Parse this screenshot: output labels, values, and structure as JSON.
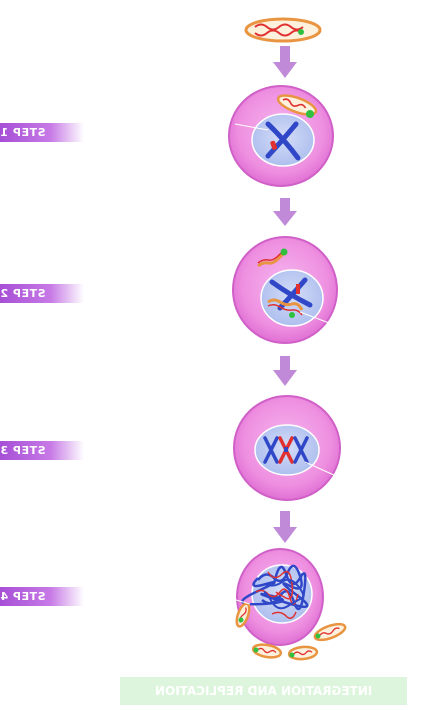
{
  "steps": [
    {
      "label": "STEP 1"
    },
    {
      "label": "STEP 2"
    },
    {
      "label": "STEP 3"
    },
    {
      "label": "STEP 4"
    }
  ],
  "footer": {
    "text": "INTEGRATION AND REPLICATION"
  },
  "colors": {
    "cell_fill": "#ee8fe0",
    "cell_outline": "#c858c0",
    "nucleus_fill": "#b8c8f0",
    "chromosome_blue": "#3048c8",
    "chromosome_red": "#e03030",
    "arrow": "#c08ad8",
    "label_purple": "#a64fd6",
    "virus_orange": "#e8a050",
    "virus_green": "#30c040",
    "banner_green": "#dcf5dc"
  }
}
